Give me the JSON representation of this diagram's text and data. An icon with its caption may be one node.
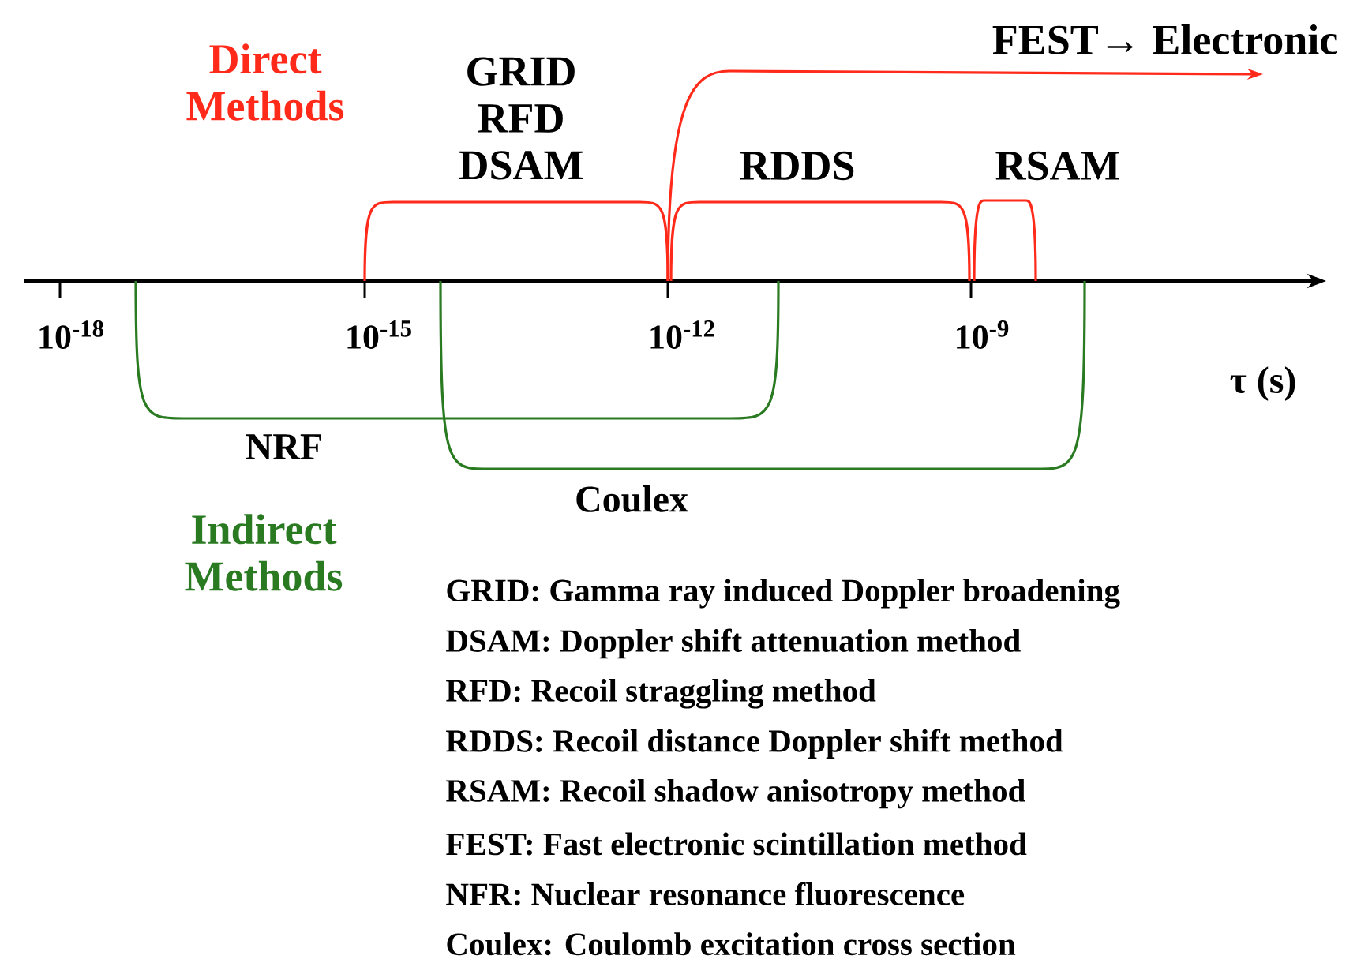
{
  "diagram": {
    "labels": [
      "Direct Methods",
      "GRID RFD DSAM",
      "FEST→ Electronic",
      "RDDS",
      "RSAM",
      "10$^{-18}$",
      "10$^{-15}$",
      "10$^{-12}$",
      "10$^{-9}$",
      "τ (s)",
      "NRF",
      "Coulex",
      "Indirect Methods",
      "GRID:  Gamma ray induced Doppler broadening",
      "DSAM: Doppler shift attenuation method",
      "RFD:     Recoil straggling method",
      "RDDS:  Recoil distance Doppler shift method",
      "RSAM: Recoil shadow anisotropy method",
      "FEST:   Fast electronic scintillation method",
      "NFR:    Nuclear resonance fluorescence",
      "Coulex: Coulomb excitation cross section"
    ]
  }
}
